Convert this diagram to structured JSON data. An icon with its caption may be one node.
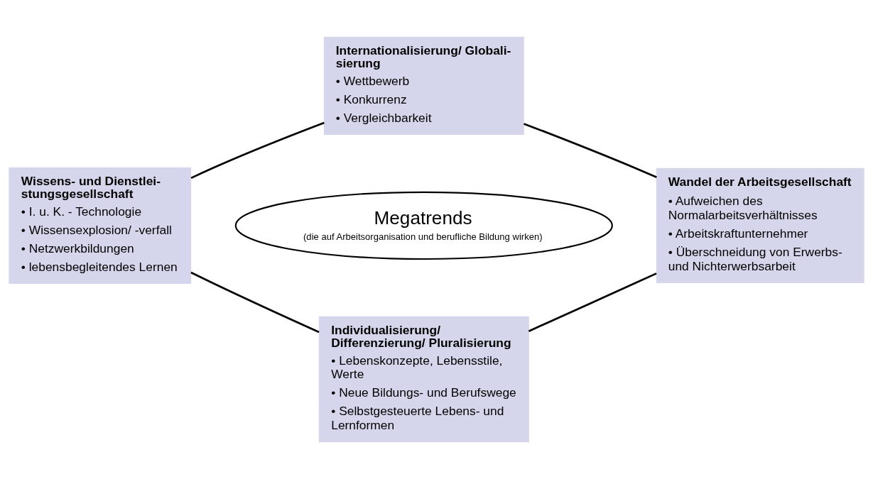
{
  "diagram": {
    "nodes": [
      {
        "text": [
          "Megatrends",
          "(die auf Arbeitsorganisation und berufliche Bildung wirken)"
        ]
      },
      {
        "text": [
          "Internationalisierung/ Globali- sierung",
          "• Wettbewerb",
          "• Konkurrenz",
          "• Vergleichbarkeit"
        ]
      },
      {
        "text": [
          "Wandel der Arbeitsgesellschaft",
          "• Aufweichen des Normalarbeitsverhältnisses",
          "• Arbeitskraftunternehmer",
          "• Überschneidung von Erwerbs- und Nichterwerbsarbeit"
        ]
      },
      {
        "text": [
          "Individualisierung/ Differenzierung/ Pluralisierung",
          "• Lebenskonzepte, Lebensstile, Werte",
          "• Neue Bildungs- und Berufswege",
          "• Selbstgesteuerte Lebens- und Lernformen"
        ]
      },
      {
        "text": [
          "Wissens- und Dienstlei- stungsgesellschaft",
          "• I. u. K. - Technologie",
          "• Wissensexplosion/ -verfall",
          "• Netzwerkbildungen",
          "• lebensbegleitendes Lernen"
        ]
      }
    ],
    "edges": [
      {
        "from": 1,
        "to": 2,
        "arrow": "none"
      },
      {
        "from": 2,
        "to": 3,
        "arrow": "none"
      },
      {
        "from": 3,
        "to": 4,
        "arrow": "none"
      },
      {
        "from": 4,
        "to": 1,
        "arrow": "none"
      }
    ]
  }
}
